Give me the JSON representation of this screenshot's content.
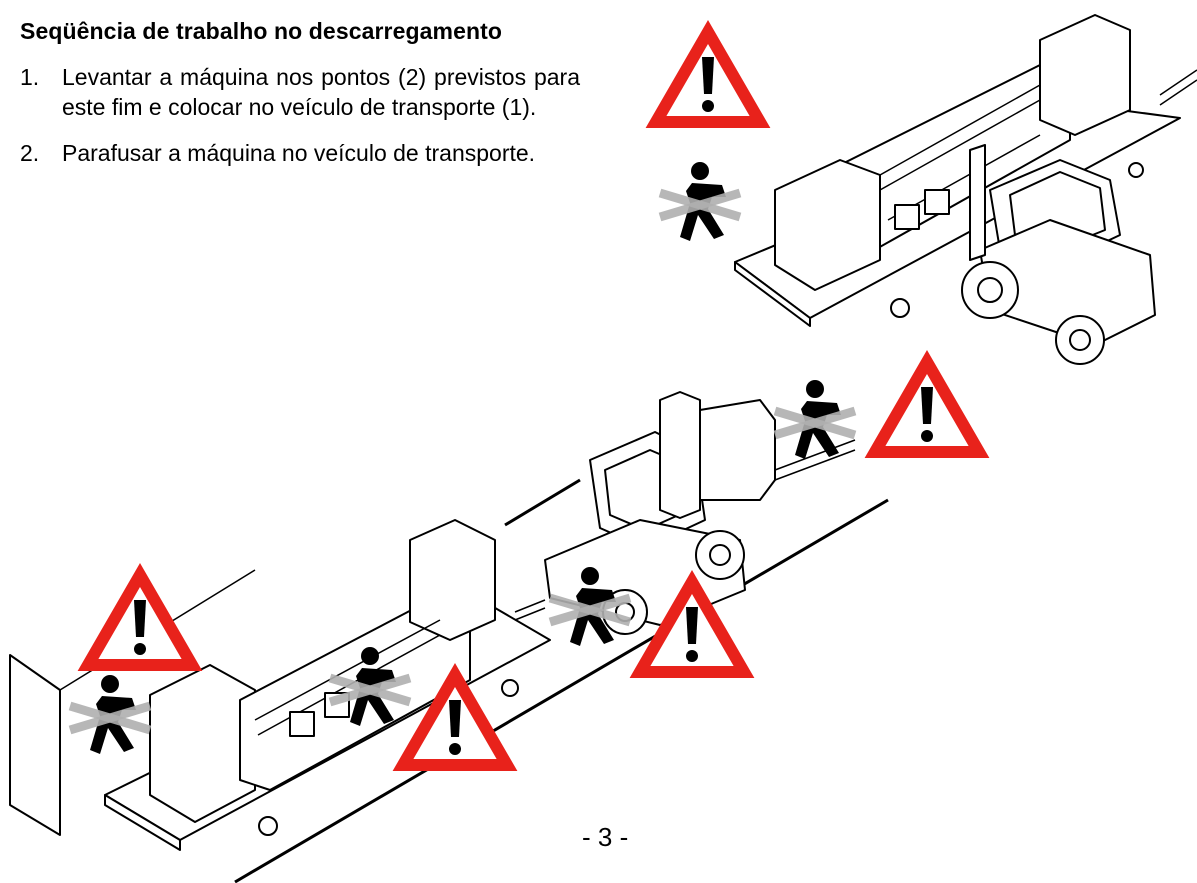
{
  "heading": "Seqüência de trabalho no descarregamento",
  "steps": [
    {
      "number": "1.",
      "text": "Levantar a máquina nos pontos (2) previstos para este fim e colocar no veículo de transporte (1)."
    },
    {
      "number": "2.",
      "text": "Parafusar a máquina no veículo de transporte."
    }
  ],
  "page_number": "- 3 -",
  "colors": {
    "warning_triangle": "#e8221b",
    "prohibition_cross": "#b0b0b0"
  },
  "icons": [
    "warning-triangle-icon",
    "no-pedestrian-icon",
    "machine-on-trailer-illustration",
    "forklift-illustration"
  ]
}
